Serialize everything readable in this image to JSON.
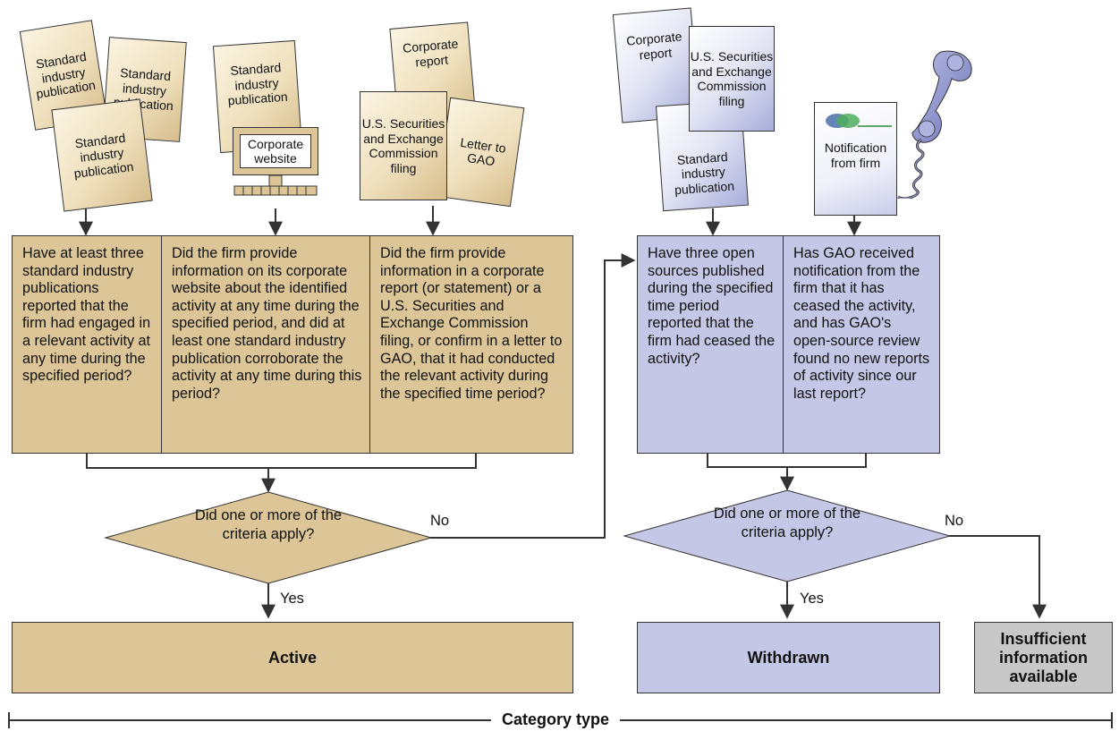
{
  "criteria": {
    "active": [
      "Have at least three standard industry publications reported that the firm had engaged in a relevant activity at any time during the specified period?",
      "Did the firm provide information on its corporate website about the identified activity at any time during the specified period, and did at least one standard industry publication corroborate the activity at any time during this period?",
      "Did the firm provide information in a corporate report (or statement) or a U.S. Securities and Exchange Commission filing, or confirm in a letter to GAO, that it had conducted the relevant activity during the specified time period?"
    ],
    "withdrawn": [
      "Have three open sources published during the specified time period reported that the firm had ceased the activity?",
      "Has GAO received notification from the firm that it has ceased the activity, and has GAO's open-source review found no new reports of activity since our last report?"
    ]
  },
  "sources": {
    "standard_pub": "Standard industry publication",
    "corporate_website": "Corporate website",
    "corporate_report": "Corporate report",
    "sec_filing": "U.S. Securities and Exchange Commission filing",
    "letter": "Letter to GAO",
    "notification": "Notification from firm"
  },
  "decision": {
    "question": "Did one or more of the criteria apply?",
    "yes": "Yes",
    "no": "No"
  },
  "outcomes": {
    "active": "Active",
    "withdrawn": "Withdrawn",
    "insufficient": "Insufficient information available"
  },
  "footer": "Category type",
  "colors": {
    "tan": "#dcc596",
    "blue": "#c4c7e6",
    "gray": "#c8c8c8",
    "line": "#333333"
  }
}
